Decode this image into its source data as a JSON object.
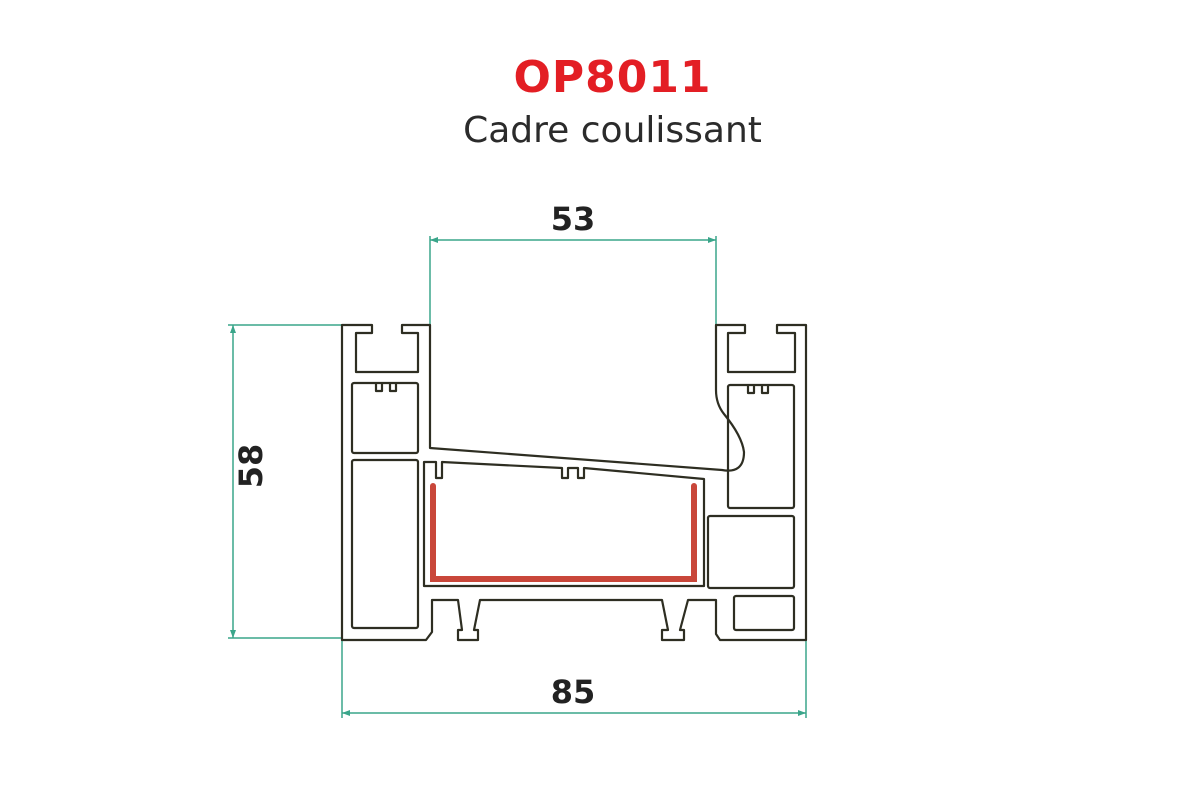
{
  "header": {
    "title": "OP8011",
    "subtitle": "Cadre coulissant"
  },
  "dimensions": {
    "top_width": "53",
    "height": "58",
    "total_width": "85"
  },
  "colors": {
    "title": "#e31e24",
    "dimension_line": "#3aa58a",
    "profile_outline": "#2e2e22",
    "reinforcement": "#c9473a"
  }
}
